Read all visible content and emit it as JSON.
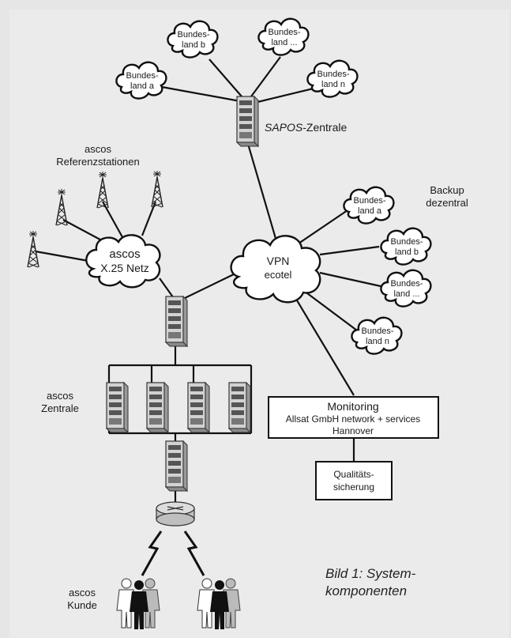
{
  "colors": {
    "background": "#e6e6e6",
    "panel": "#ebebeb",
    "line": "#111111",
    "cloud_fill": "#ffffff",
    "server_body": "#d2d2d2",
    "server_dark": "#555555"
  },
  "clouds": {
    "bundesland_a_top": [
      "Bundes-",
      "land a"
    ],
    "bundesland_b_top": [
      "Bundes-",
      "land b"
    ],
    "bundesland_dots_top": [
      "Bundes-",
      "land ..."
    ],
    "bundesland_n_top": [
      "Bundes-",
      "land n"
    ],
    "vpn": [
      "VPN",
      "ecotel"
    ],
    "x25": [
      "ascos",
      "X.25 Netz"
    ],
    "bundesland_a_backup": [
      "Bundes-",
      "land a"
    ],
    "bundesland_b_backup": [
      "Bundes-",
      "land b"
    ],
    "bundesland_dots_backup": [
      "Bundes-",
      "land ..."
    ],
    "bundesland_n_backup": [
      "Bundes-",
      "land n"
    ]
  },
  "labels": {
    "sapos_prefix": "SAPOS",
    "sapos_suffix": "-Zentrale",
    "referenzstationen": [
      "ascos",
      "Referenzstationen"
    ],
    "backup": [
      "Backup",
      "dezentral"
    ],
    "zentrale": [
      "ascos",
      "Zentrale"
    ],
    "kunde": [
      "ascos",
      "Kunde"
    ]
  },
  "boxes": {
    "monitoring": [
      "Monitoring",
      "Allsat GmbH network + services",
      "Hannover"
    ],
    "qualitaet": [
      "Qualitäts-",
      "sicherung"
    ]
  },
  "caption": [
    "Bild 1: System-",
    "komponenten"
  ],
  "icons": {
    "server": "server-icon",
    "tower": "antenna-tower-icon",
    "router": "router-icon",
    "lightning": "lightning-icon",
    "people": "people-icon"
  }
}
